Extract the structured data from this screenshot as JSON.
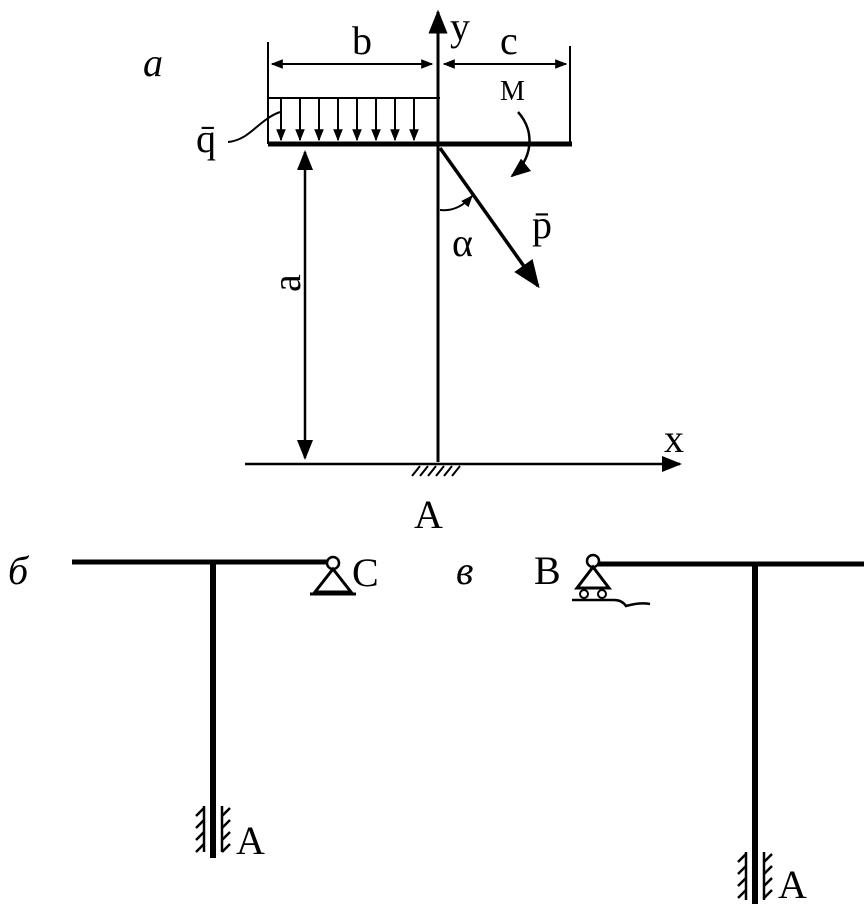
{
  "figure_a": {
    "panel_label": "а",
    "dim_b": "b",
    "dim_c": "c",
    "axis_y": "y",
    "axis_x": "x",
    "load_q": "q̄",
    "moment_M": "M",
    "force_p": "p̄",
    "angle": "α",
    "dim_a": "a",
    "support_A": "A"
  },
  "figure_b": {
    "panel_label": "б",
    "support_C": "C",
    "support_A": "A"
  },
  "figure_c": {
    "panel_label": "в",
    "support_B": "B",
    "support_A": "A"
  }
}
